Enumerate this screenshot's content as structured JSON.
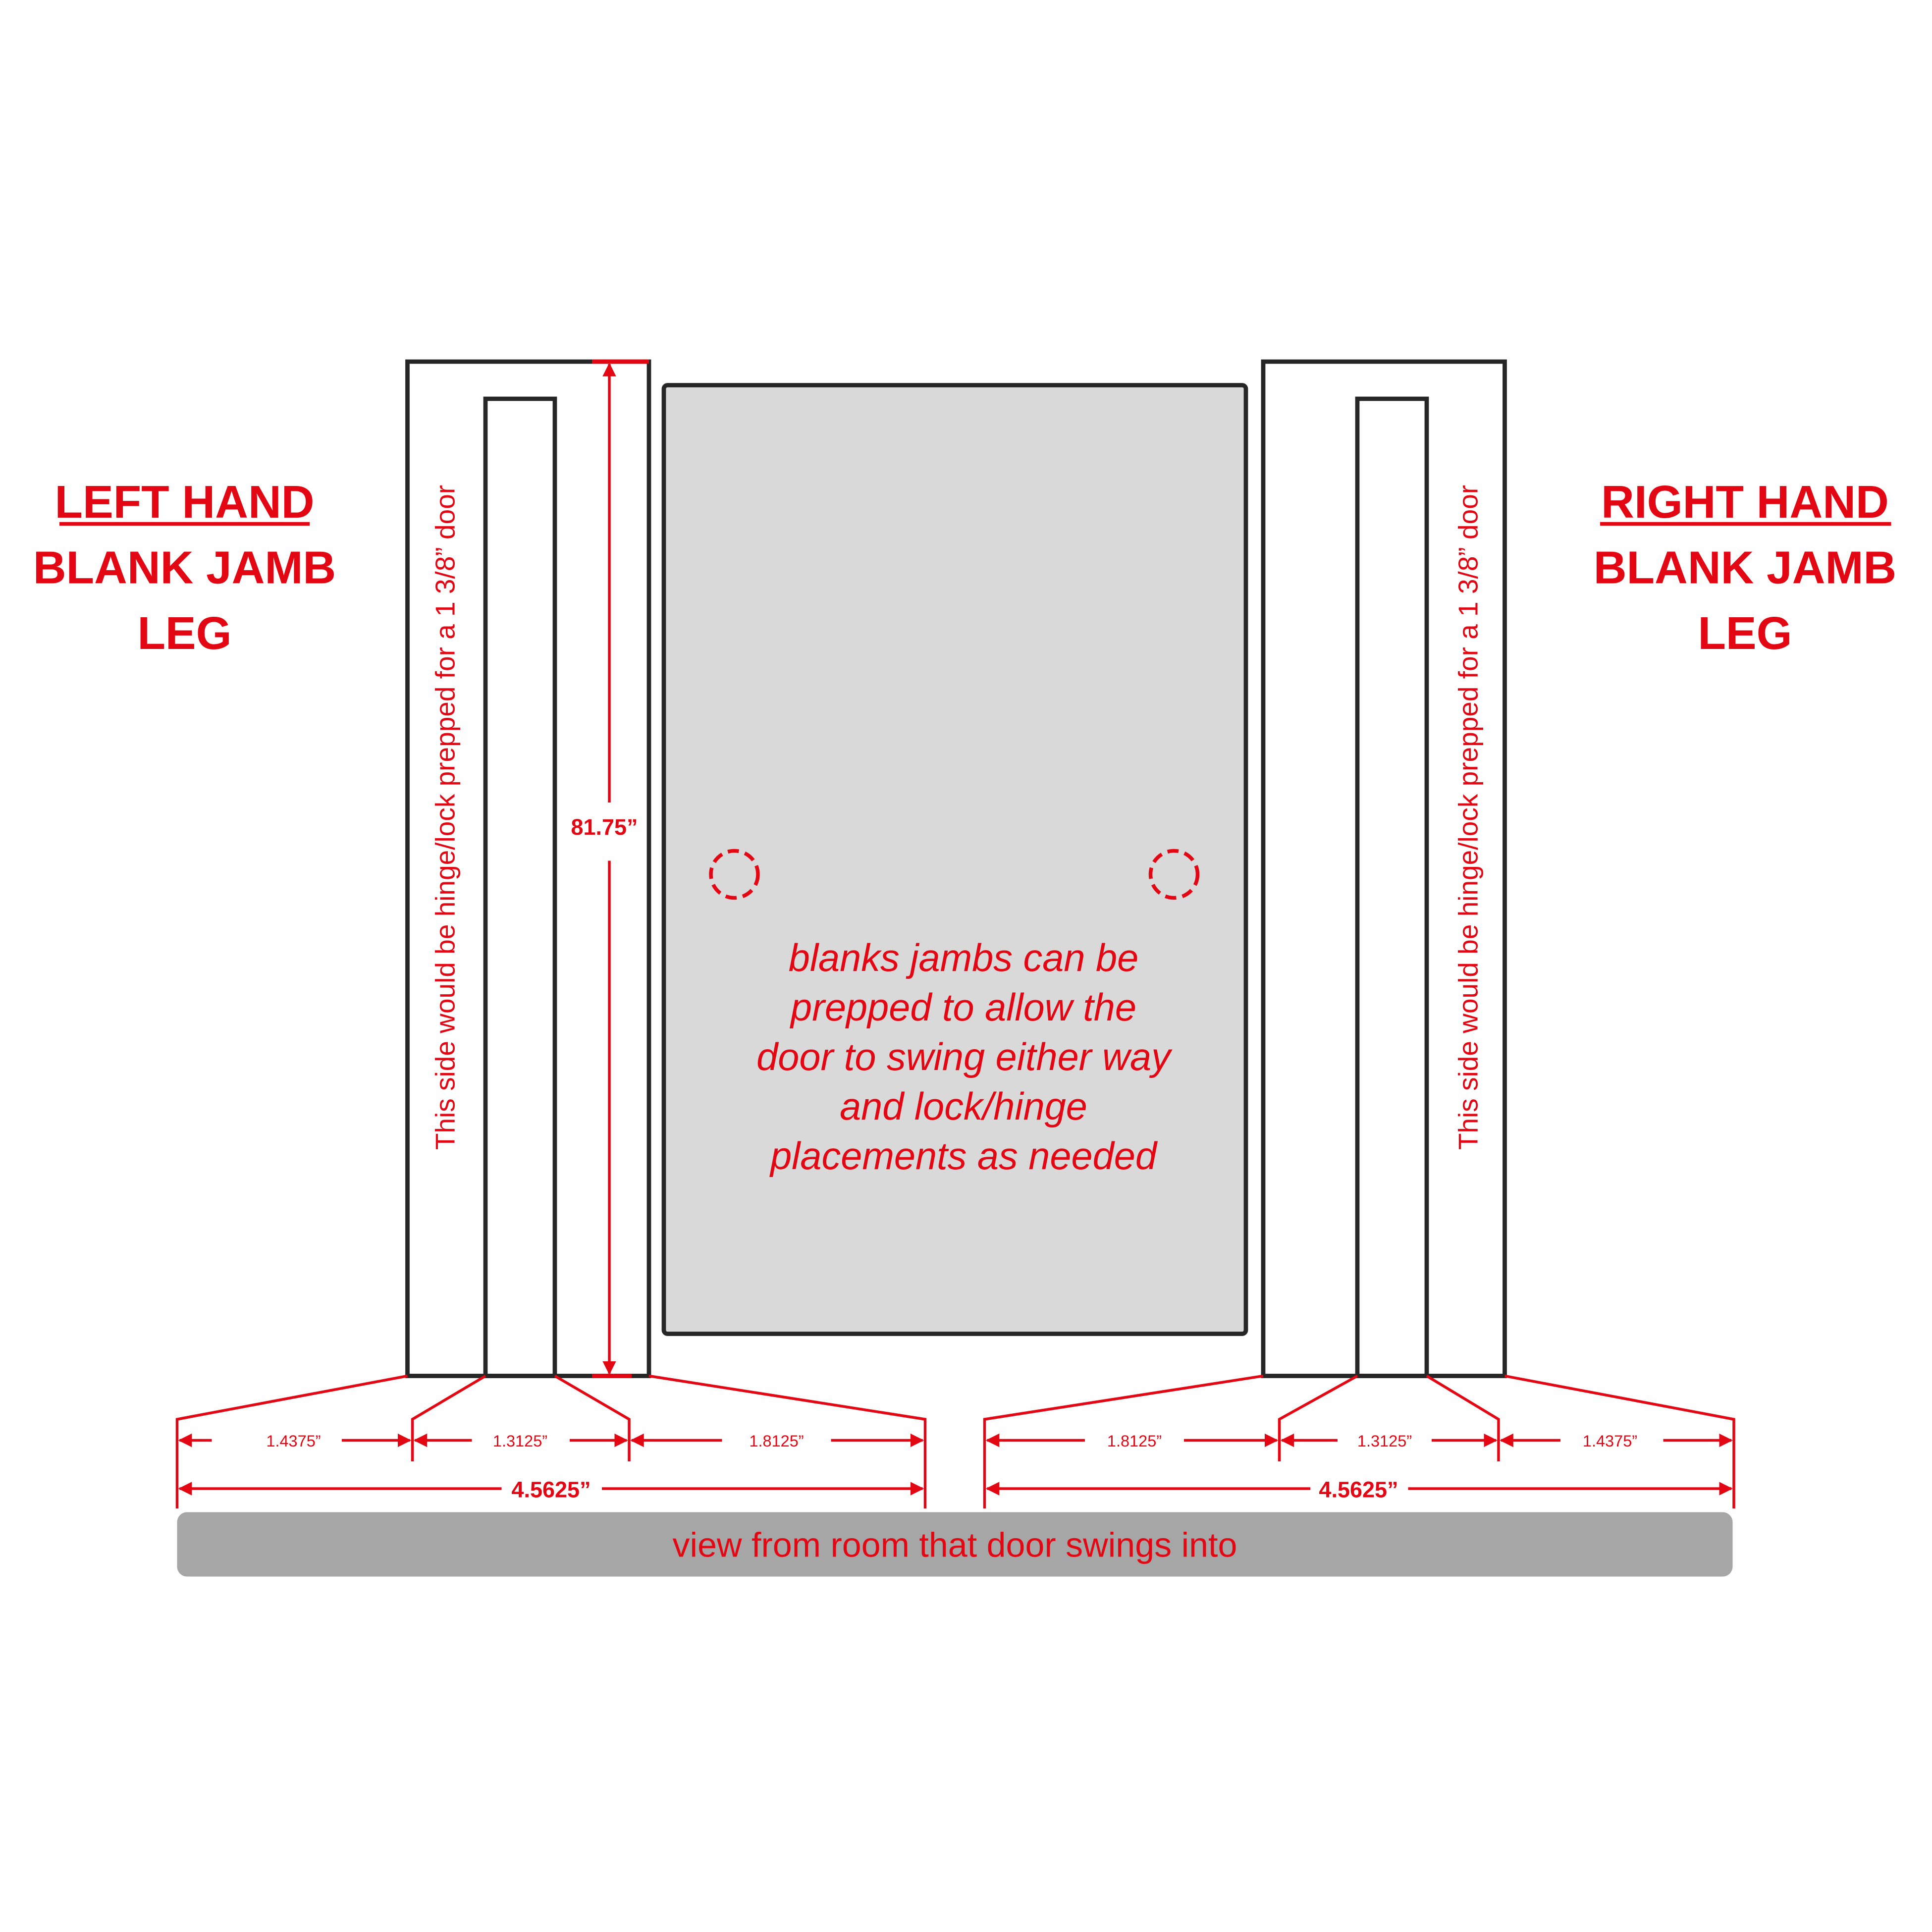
{
  "left_heading": {
    "line1": "LEFT HAND",
    "line2": "BLANK JAMB",
    "line3": "LEG"
  },
  "right_heading": {
    "line1": "RIGHT HAND",
    "line2": "BLANK JAMB",
    "line3": "LEG"
  },
  "jamb_side_note": "This side would be hinge/lock prepped for a 1 3/8” door",
  "height_dimension": "81.75”",
  "door_note": [
    "blanks jambs can be",
    "prepped to allow the",
    "door to swing either way",
    "and lock/hinge",
    "placements as needed"
  ],
  "left_dimensions": {
    "segments": [
      "1.4375”",
      "1.3125”",
      "1.8125”"
    ],
    "total": "4.5625”"
  },
  "right_dimensions": {
    "segments": [
      "1.8125”",
      "1.3125”",
      "1.4375”"
    ],
    "total": "4.5625”"
  },
  "view_label": "view from room that door swings into",
  "colors": {
    "accent": "#e30613",
    "outline": "#262626",
    "door_fill": "#d9d9d9",
    "bar_fill": "#a6a6a6"
  }
}
